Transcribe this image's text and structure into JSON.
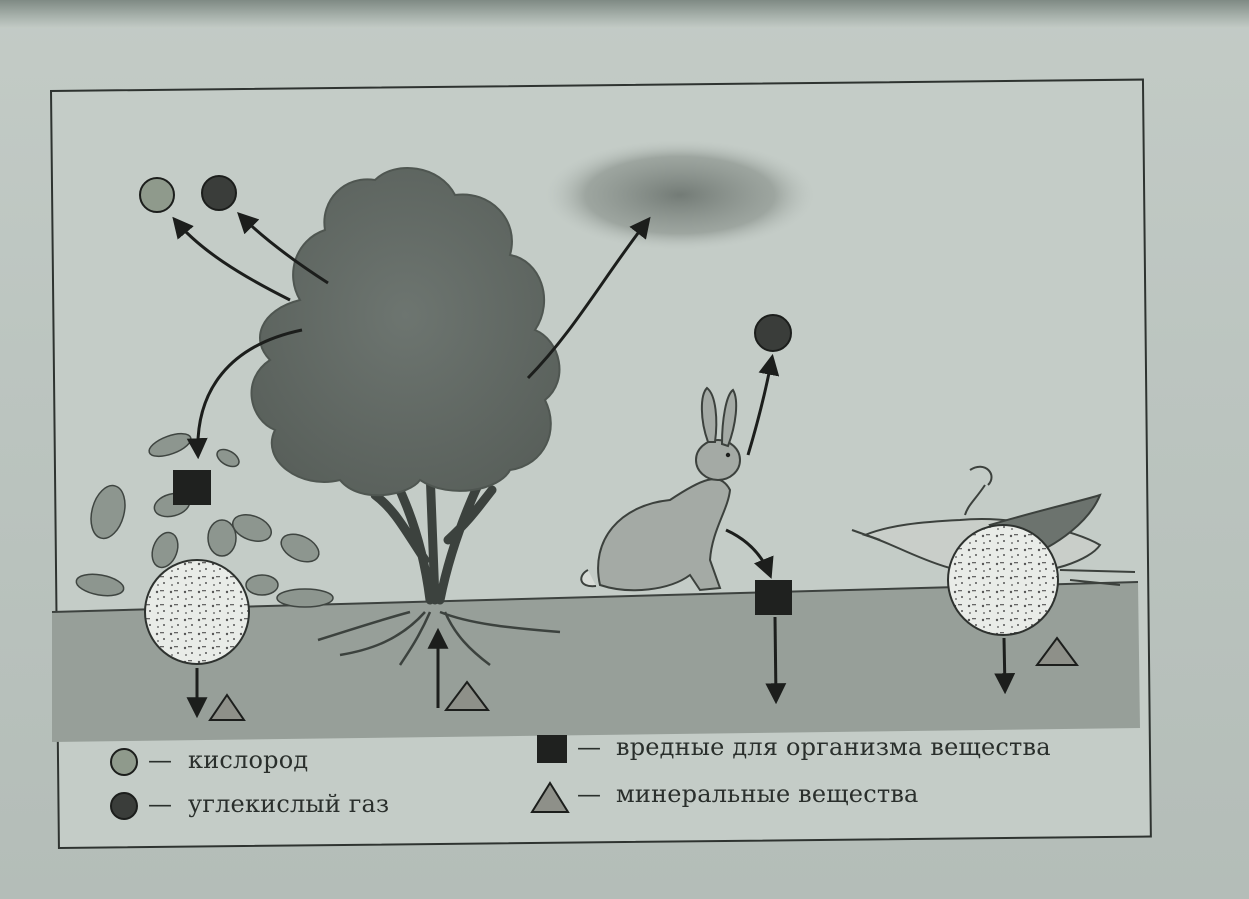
{
  "legend": {
    "oxygen": {
      "label": "кислород",
      "color": "#8f9a8c",
      "icon": "light-circle-icon"
    },
    "co2": {
      "label": "углекислый газ",
      "color": "#3a3d3a",
      "icon": "dark-circle-icon"
    },
    "harmful": {
      "label": "вредные для организма вещества",
      "color": "#1f211f",
      "icon": "black-square-icon"
    },
    "minerals": {
      "label": "минеральные вещества",
      "color": "#8e9089",
      "icon": "triangle-icon"
    },
    "dash": "—"
  }
}
